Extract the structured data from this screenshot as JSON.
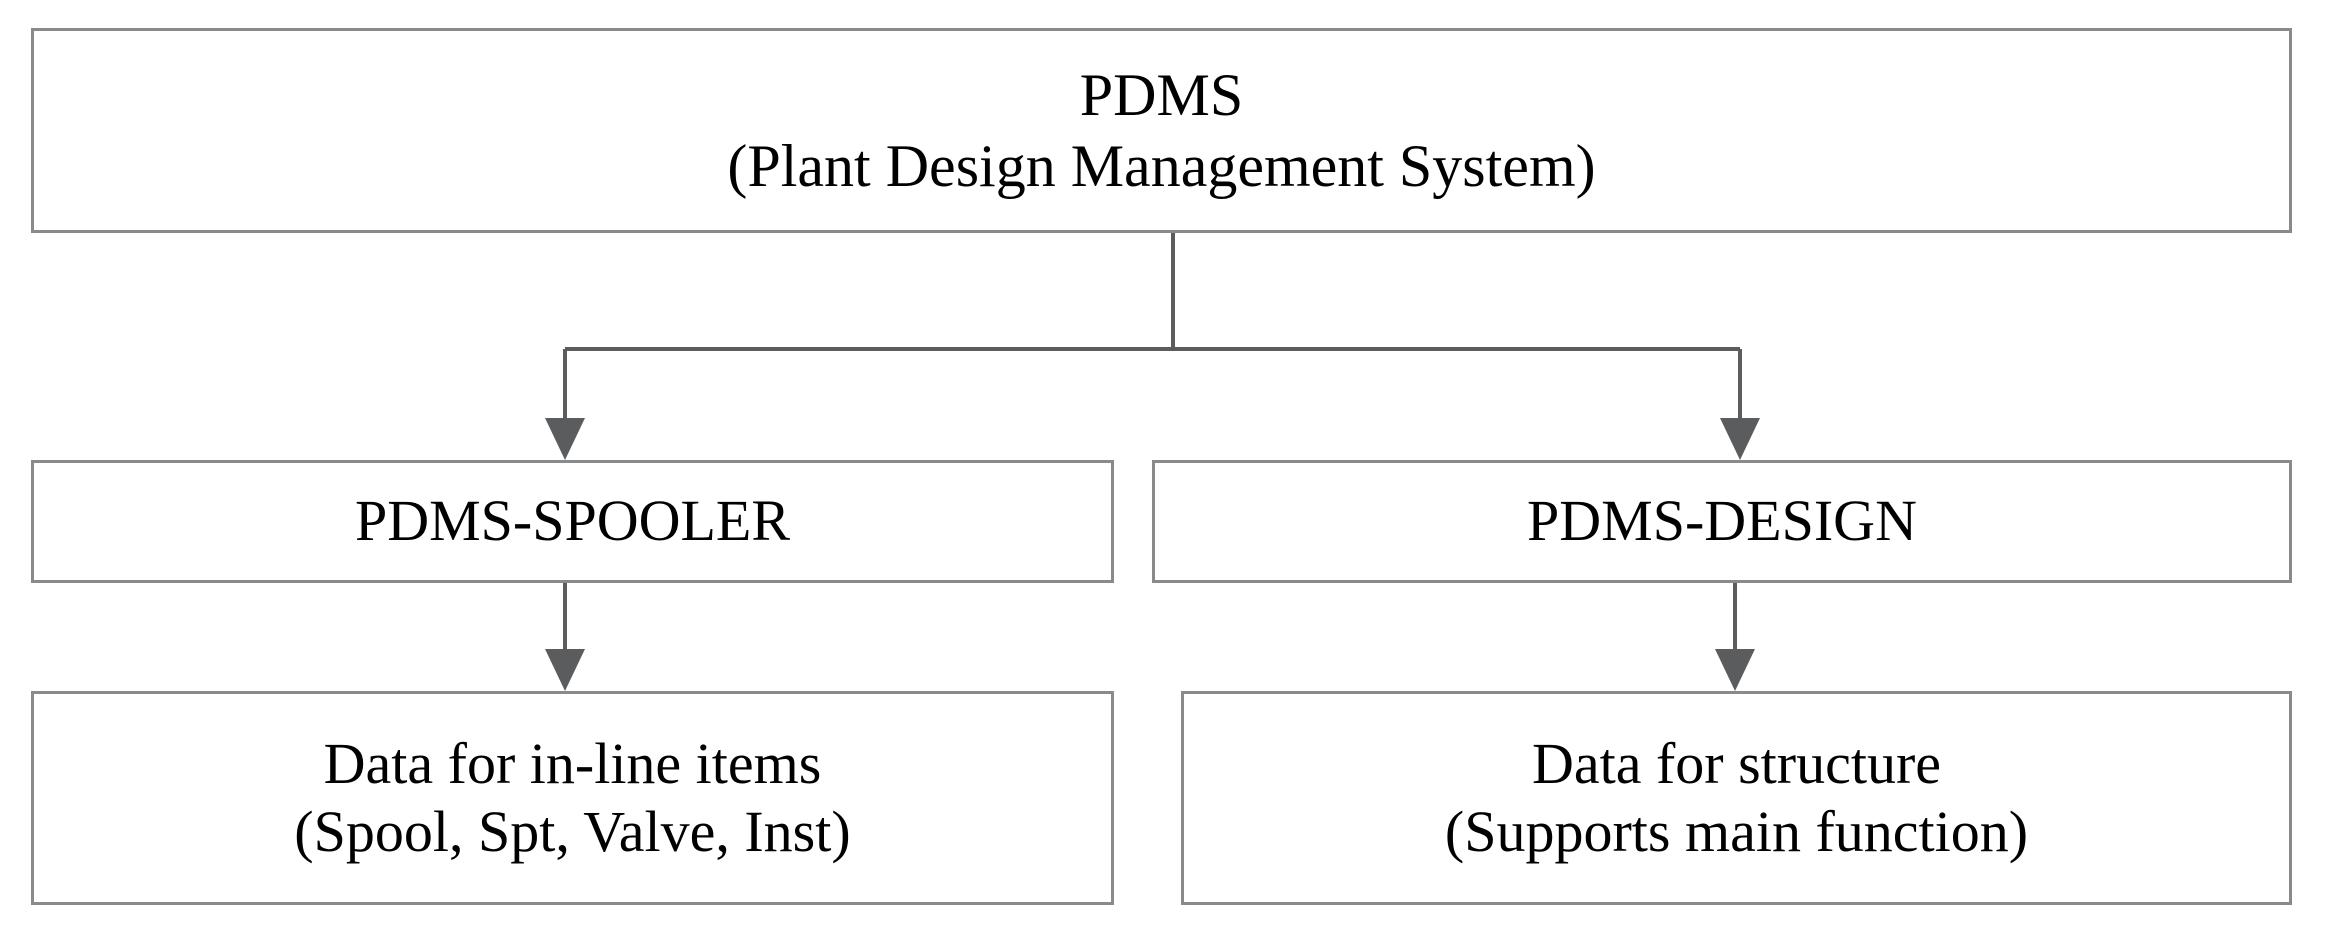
{
  "diagram": {
    "title": "PDMS module hierarchy",
    "type": "tree",
    "background_color": "#ffffff",
    "box_border_color": "#888a8c",
    "connector_color": "#5a5c5e",
    "text_color": "#000000"
  },
  "nodes": {
    "root": {
      "id": "pdms",
      "line1": "PDMS",
      "line2": "(Plant Design Management System)"
    },
    "spooler": {
      "id": "pdms-spooler",
      "line1": "PDMS-SPOOLER"
    },
    "design": {
      "id": "pdms-design",
      "line1": "PDMS-DESIGN"
    },
    "spooler_data": {
      "id": "data-for-in-line-items",
      "line1": "Data for in-line items",
      "line2": "(Spool, Spt, Valve, Inst)"
    },
    "design_data": {
      "id": "data-for-structure",
      "line1": "Data for structure",
      "line2": "(Supports main function)"
    }
  },
  "edges": [
    {
      "from": "pdms",
      "to": "pdms-spooler",
      "style": "elbow-arrow"
    },
    {
      "from": "pdms",
      "to": "pdms-design",
      "style": "elbow-arrow"
    },
    {
      "from": "pdms-spooler",
      "to": "data-for-in-line-items",
      "style": "straight-arrow"
    },
    {
      "from": "pdms-design",
      "to": "data-for-structure",
      "style": "straight-arrow"
    }
  ]
}
